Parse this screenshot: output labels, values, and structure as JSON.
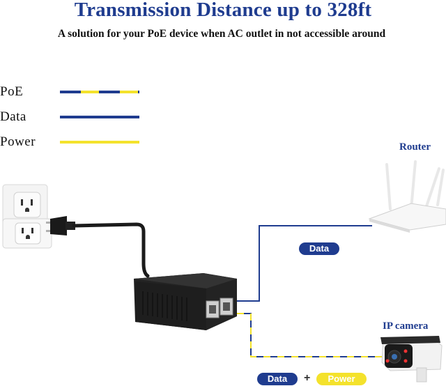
{
  "header": {
    "title": "Transmission Distance up to 328ft",
    "subtitle": "A solution for your PoE device when AC outlet in not accessible around"
  },
  "legend": {
    "items": [
      {
        "label": "PoE"
      },
      {
        "label": "Data"
      },
      {
        "label": "Power"
      }
    ]
  },
  "devices": {
    "router_label": "Router",
    "camera_label": "IP camera"
  },
  "connections": {
    "router_link_label": "Data",
    "camera_link_data_label": "Data",
    "camera_link_plus": "+",
    "camera_link_power_label": "Power"
  },
  "colors": {
    "data_blue": "#1f3c8f",
    "power_yellow": "#f4e22c"
  }
}
